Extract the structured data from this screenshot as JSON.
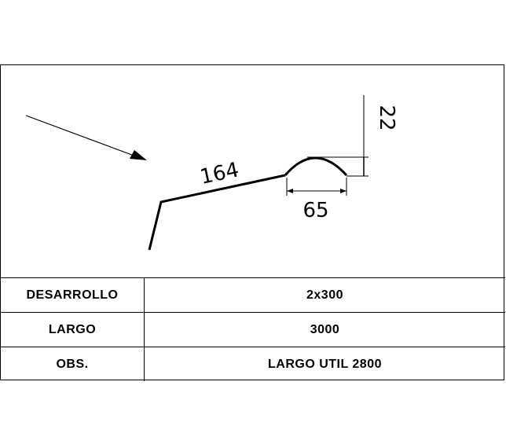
{
  "drawing": {
    "dim_length": "164",
    "dim_height": "22",
    "dim_width": "65"
  },
  "specs": [
    {
      "label": "DESARROLLO",
      "value": "2x300"
    },
    {
      "label": "LARGO",
      "value": "3000"
    },
    {
      "label": "OBS.",
      "value": "LARGO UTIL 2800"
    }
  ]
}
